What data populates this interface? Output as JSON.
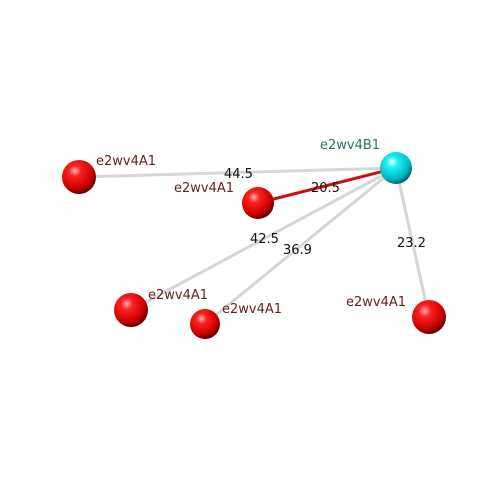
{
  "colors": {
    "hub_sphere": "#00e0e8",
    "leaf_sphere": "#e00000",
    "hub_label": "#2f6f6a",
    "leaf_label": "#6b2020",
    "highlight_bond": "#cc1111",
    "bond": "#d8d8d8"
  },
  "hub": {
    "label": "e2wv4B1"
  },
  "leaves": [
    {
      "label": "e2wv4A1",
      "distance": "44.5"
    },
    {
      "label": "e2wv4A1",
      "distance": "20.5",
      "highlighted": true
    },
    {
      "label": "e2wv4A1",
      "distance": "42.5"
    },
    {
      "label": "e2wv4A1",
      "distance": "36.9"
    },
    {
      "label": "e2wv4A1",
      "distance": "23.2"
    }
  ]
}
